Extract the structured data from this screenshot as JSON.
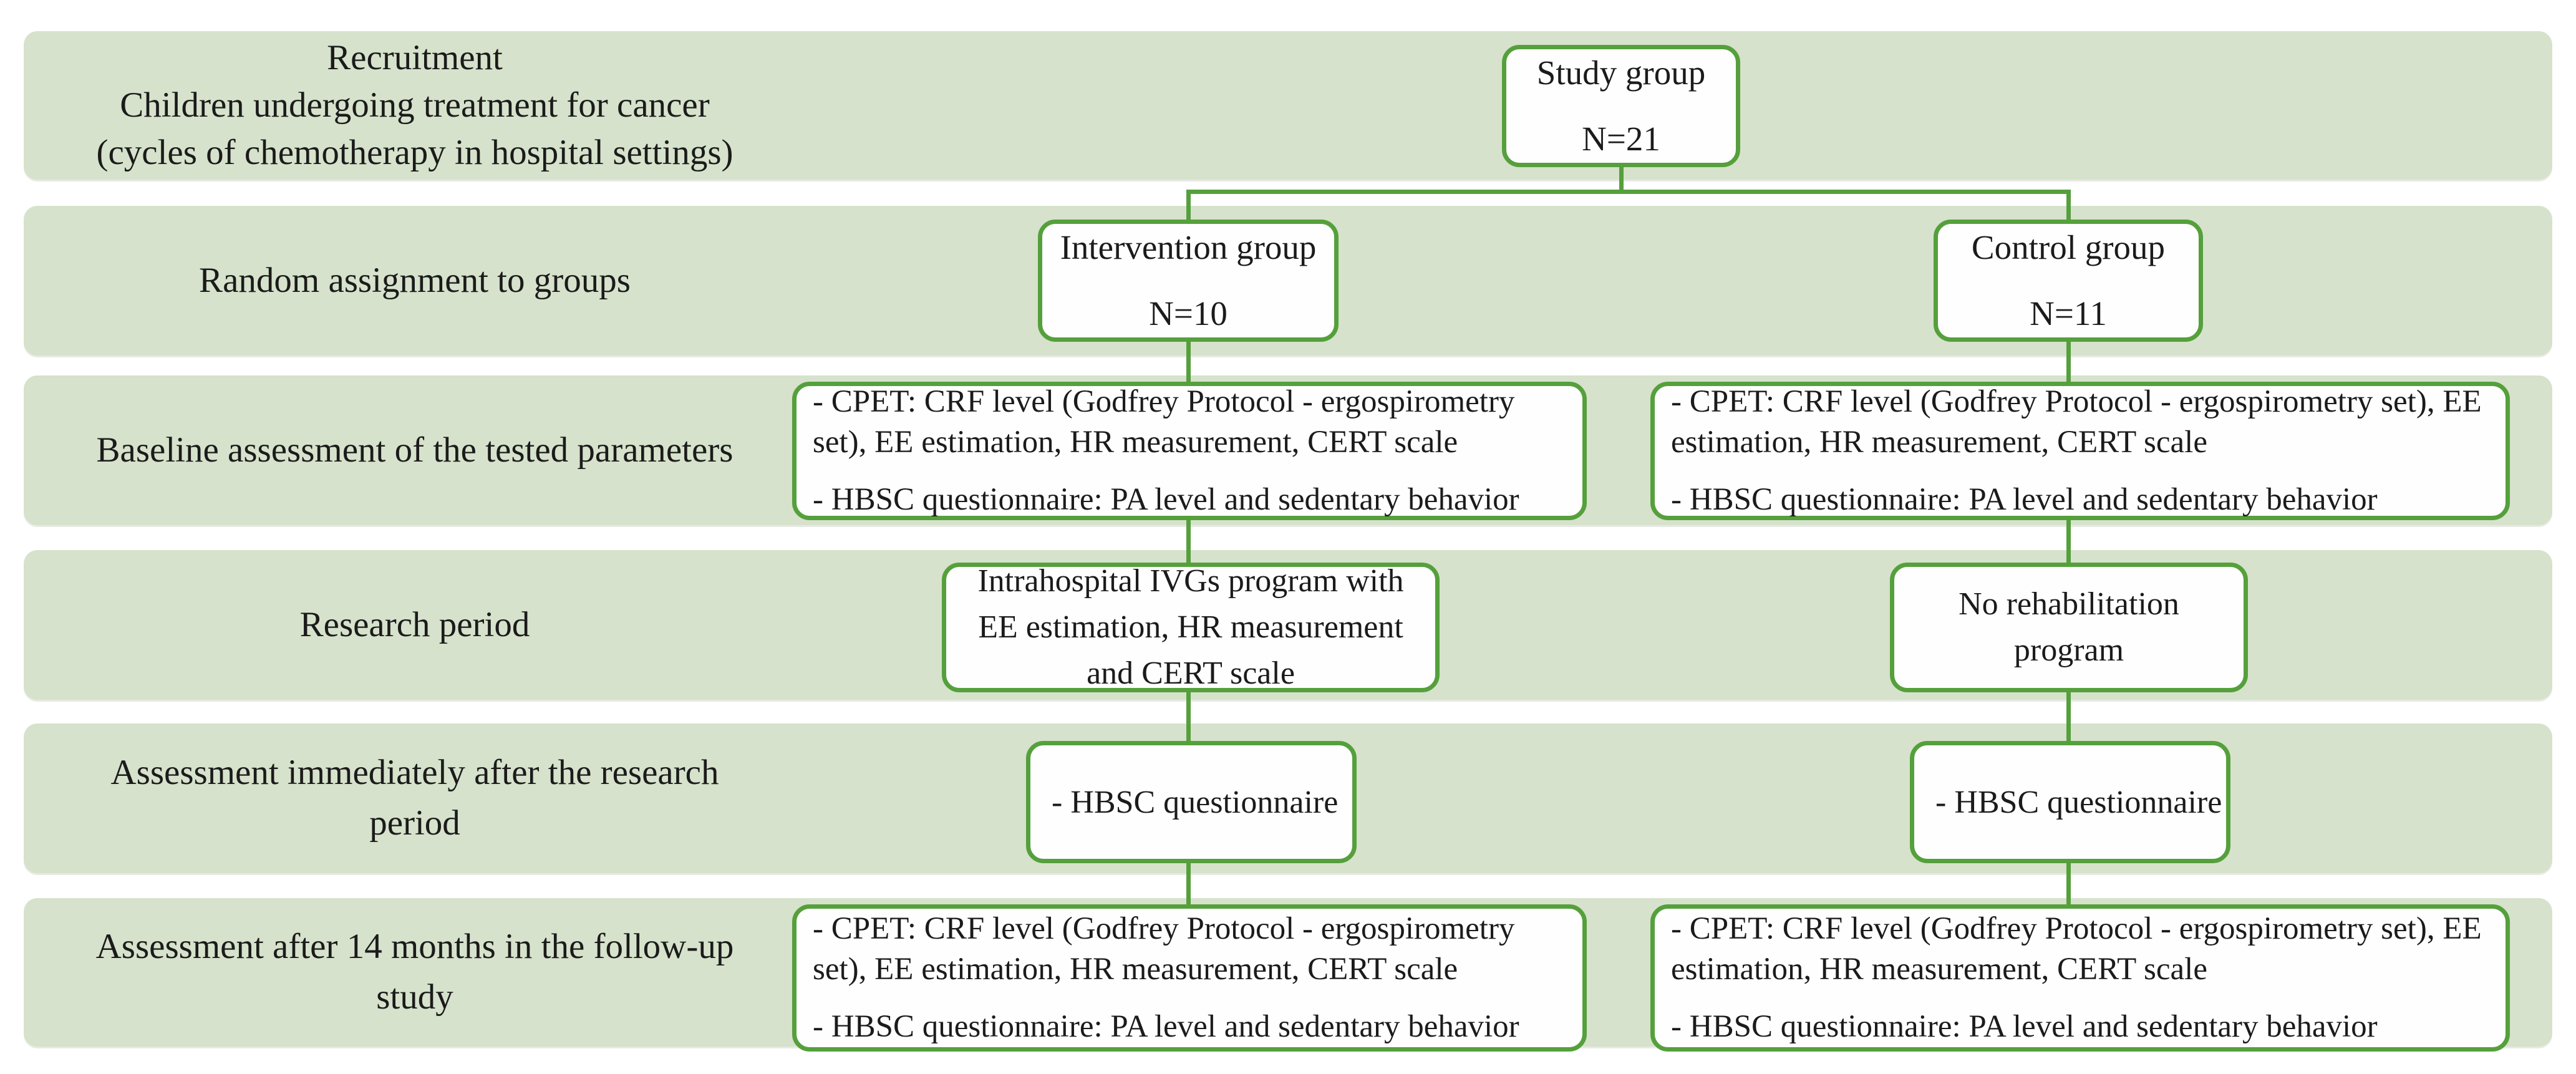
{
  "palette": {
    "band_green": "#d6e2cb",
    "line_green": "#55a03c",
    "node_background": "#fefefe",
    "text_color": "#1b1b1b"
  },
  "rows": [
    {
      "name": "recruitment",
      "lines": [
        "Recruitment",
        "Children undergoing treatment for cancer",
        "(cycles of chemotherapy in hospital settings)"
      ]
    },
    {
      "name": "random-assignment",
      "lines": [
        "Random assignment to groups"
      ]
    },
    {
      "name": "baseline-assessment",
      "lines": [
        "Baseline assessment of the tested parameters"
      ]
    },
    {
      "name": "research-period",
      "lines": [
        "Research period"
      ]
    },
    {
      "name": "post-assessment",
      "lines": [
        "Assessment immediately after the research",
        "period"
      ]
    },
    {
      "name": "followup-assessment",
      "lines": [
        "Assessment after 14 months in the follow-up",
        "study"
      ]
    }
  ],
  "boxes": {
    "study_group": {
      "title": "Study group",
      "n": "N=21"
    },
    "intervention_group": {
      "title": "Intervention group",
      "n": "N=10"
    },
    "control_group": {
      "title": "Control group",
      "n": "N=11"
    },
    "baseline_left": {
      "cpet": "- CPET: CRF level (Godfrey Protocol - ergospirometry set), EE estimation, HR measurement, CERT scale",
      "hbsc": "- HBSC questionnaire: PA level and sedentary behavior"
    },
    "baseline_right": {
      "cpet": "- CPET: CRF level (Godfrey Protocol - ergospirometry set), EE estimation, HR measurement, CERT scale",
      "hbsc": "- HBSC questionnaire: PA level and sedentary behavior"
    },
    "research_left": {
      "text": "Intrahospital IVGs program with EE estimation, HR measurement and CERT scale"
    },
    "research_right": {
      "text": "No rehabilitation program"
    },
    "post_left": {
      "text": "- HBSC questionnaire"
    },
    "post_right": {
      "text": "- HBSC questionnaire"
    },
    "followup_left": {
      "cpet": "- CPET: CRF level (Godfrey Protocol - ergospirometry set), EE estimation, HR measurement, CERT scale",
      "hbsc": "- HBSC questionnaire: PA level and sedentary behavior"
    },
    "followup_right": {
      "cpet": "- CPET: CRF level (Godfrey Protocol - ergospirometry set), EE estimation, HR measurement, CERT scale",
      "hbsc": "- HBSC questionnaire: PA level and sedentary behavior"
    }
  }
}
